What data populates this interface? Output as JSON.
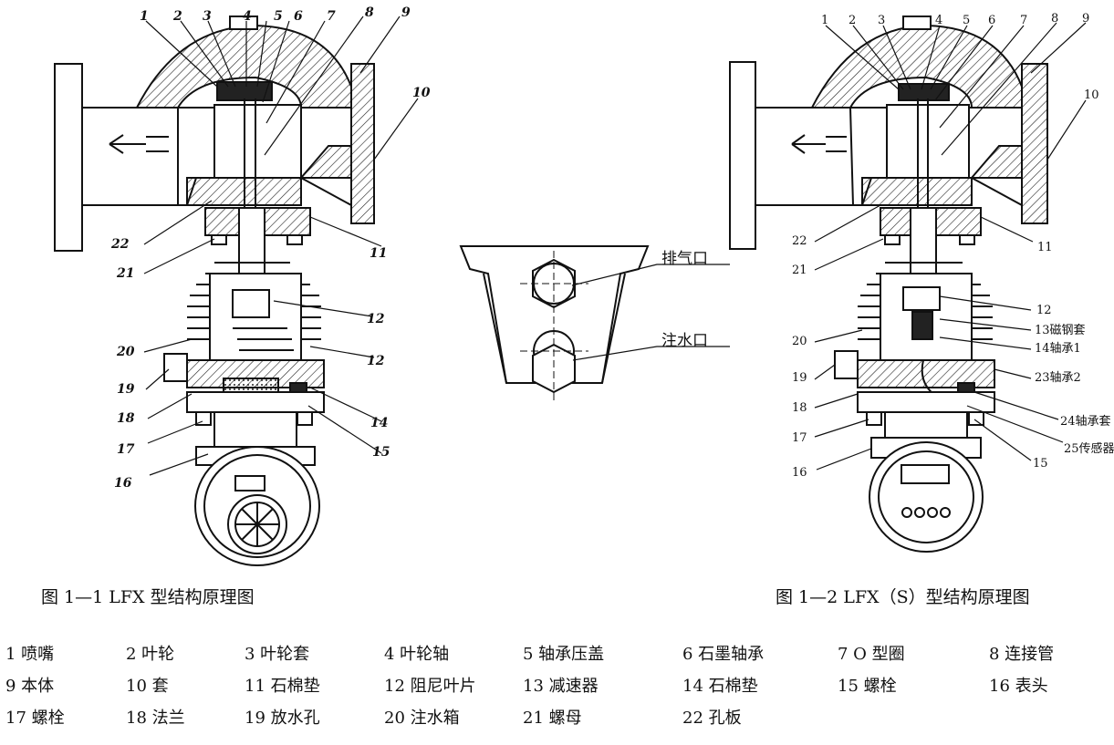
{
  "figure1": {
    "caption": "图 1—1   LFX 型结构原理图",
    "labels_top": [
      "1",
      "2",
      "3",
      "4",
      "5",
      "6",
      "7",
      "8",
      "9"
    ],
    "labels_side": [
      "10",
      "11",
      "12",
      "12",
      "14",
      "15",
      "16",
      "17",
      "18",
      "19",
      "20",
      "21",
      "22"
    ]
  },
  "figure_center": {
    "exhaust_label": "排气口",
    "fill_label": "注水口"
  },
  "figure2": {
    "caption": "图 1—2 LFX（S）型结构原理图",
    "labels_top": [
      "1",
      "2",
      "3",
      "4",
      "5",
      "6",
      "7",
      "8",
      "9"
    ],
    "labels_side": [
      "10",
      "11",
      "12",
      "13磁钢套",
      "14轴承1",
      "23轴承2",
      "24轴承套",
      "25传感器",
      "15",
      "16",
      "17",
      "18",
      "19",
      "20",
      "21",
      "22"
    ]
  },
  "legend": {
    "rows": [
      [
        "1 喷嘴",
        "2 叶轮",
        "3 叶轮套",
        "4 叶轮轴",
        "5 轴承压盖",
        "6 石墨轴承",
        "7  O 型圈",
        "8 连接管"
      ],
      [
        "9 本体",
        "10 套",
        "11 石棉垫",
        "12 阻尼叶片",
        "13 减速器",
        "14 石棉垫",
        "15 螺栓",
        "16 表头"
      ],
      [
        "17 螺栓",
        "18 法兰",
        "19 放水孔",
        "20 注水箱",
        "21 螺母",
        "22 孔板"
      ]
    ]
  }
}
